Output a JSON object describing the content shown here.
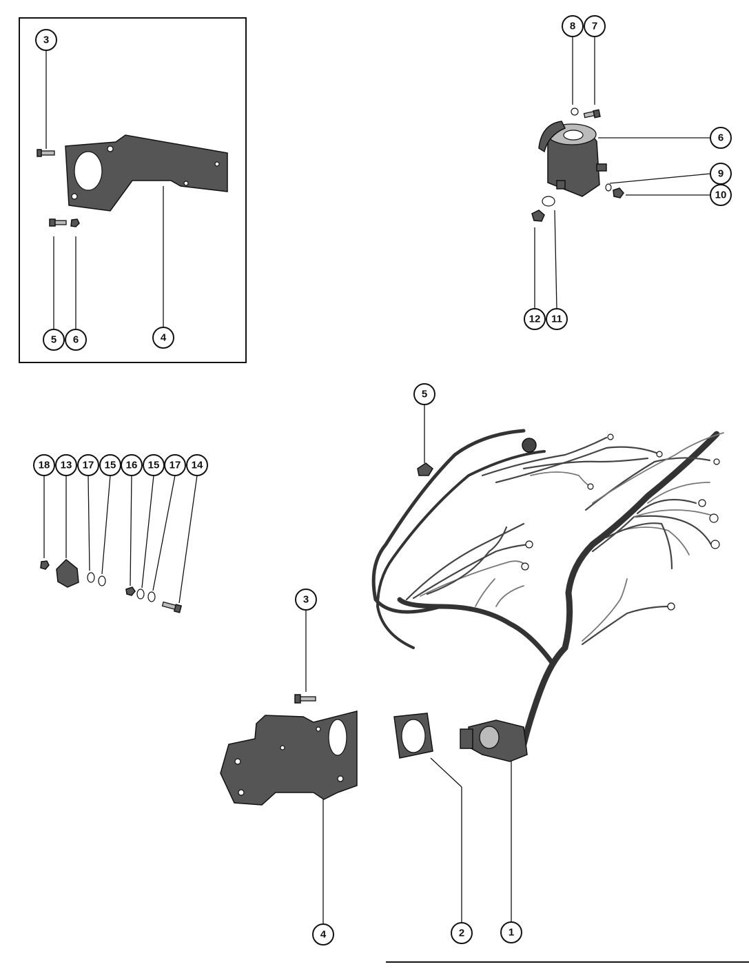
{
  "inset": {
    "callouts": [
      "3",
      "5",
      "6",
      "4"
    ]
  },
  "solenoid": {
    "callouts": [
      "8",
      "7",
      "6",
      "9",
      "10",
      "12",
      "11"
    ]
  },
  "terminal_block": {
    "callouts": [
      "18",
      "13",
      "17",
      "15",
      "16",
      "15",
      "17",
      "14"
    ]
  },
  "harness": {
    "callouts": [
      "5",
      "3",
      "4",
      "2",
      "1"
    ]
  },
  "colors": {
    "ink": "#111111",
    "part_fill": "#555555",
    "paper": "#ffffff"
  }
}
